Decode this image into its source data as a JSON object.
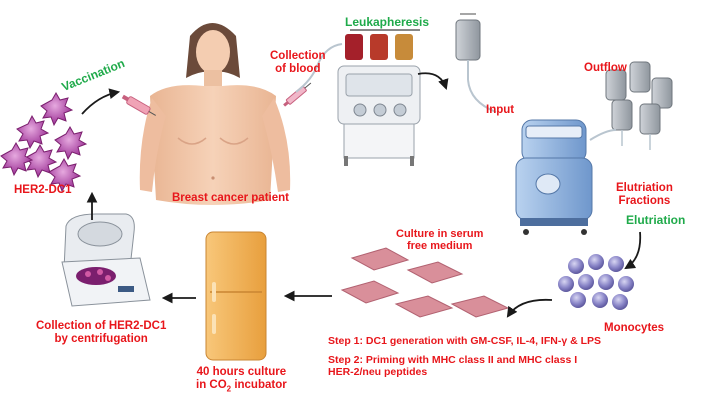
{
  "labels": {
    "leukapheresis": "Leukapheresis",
    "collection_of_blood_1": "Collection",
    "collection_of_blood_2": "of blood",
    "vaccination": "Vaccination",
    "breast_cancer_patient": "Breast cancer patient",
    "her2_dc1": "HER2-DC1",
    "input": "Input",
    "outflow": "Outflow",
    "elutriation_fractions_1": "Elutriation",
    "elutriation_fractions_2": "Fractions",
    "elutriation": "Elutriation",
    "monocytes": "Monocytes",
    "culture_1": "Culture in serum",
    "culture_2": "free medium",
    "step1": "Step 1: DC1 generation with GM-CSF, IL-4, IFN-γ & LPS",
    "step2_1": "Step 2:  Priming   with MHC class II and MHC class I",
    "step2_2": "HER-2/neu peptides",
    "incubator_1": "40 hours culture",
    "incubator_2_pre": "in  CO",
    "incubator_2_sub": "2",
    "incubator_2_post": " incubator",
    "centrifugation_1": "Collection of HER2-DC1",
    "centrifugation_2": "by centrifugation"
  },
  "colors": {
    "label_red": "#e8161b",
    "label_green": "#1faa4a",
    "arrow": "#1a1a1a",
    "cell_purple": "#a63aa0",
    "monocyte": "#8a86c8",
    "flask": "#d98f9a",
    "incubator": "#f3b25b",
    "skin": "#f2c7a8"
  },
  "icons": [
    "patient-figure",
    "syringe-icon",
    "leukapheresis-machine",
    "blood-bag-icon",
    "elutriation-machine",
    "fraction-bags",
    "monocyte-cells",
    "culture-flasks",
    "co2-incubator",
    "centrifuge",
    "dendritic-cells",
    "vaccine-syringe"
  ]
}
